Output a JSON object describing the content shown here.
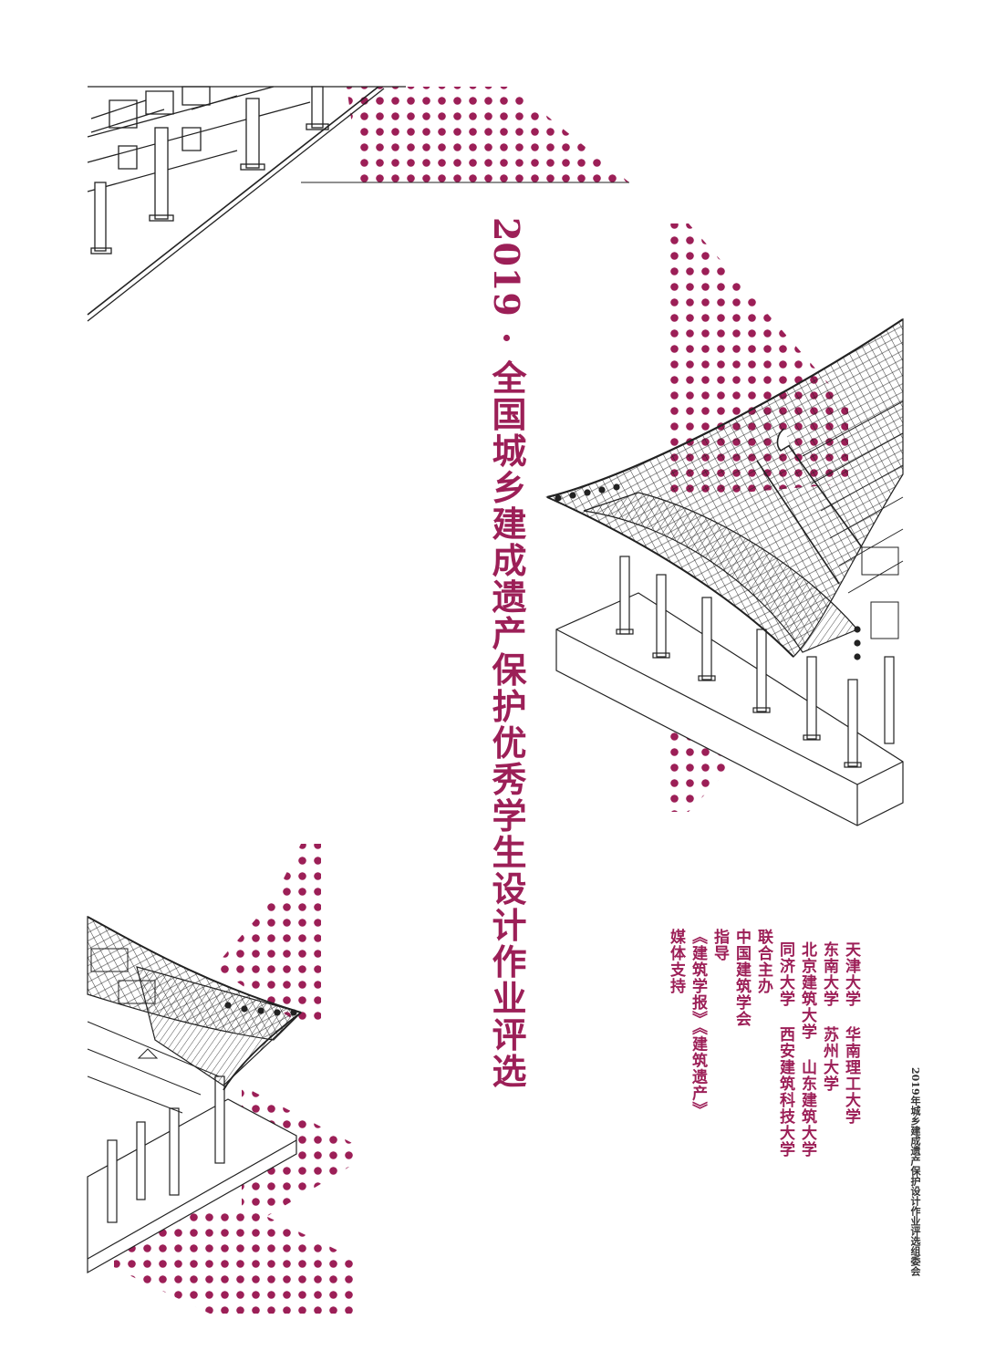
{
  "title": {
    "year": "2019",
    "separator": "·",
    "text": "全国城乡建成遗产保护优秀学生设计作业评选"
  },
  "organizers": {
    "line1": "天津大学 华南理工大学",
    "line2": "东南大学 苏州大学",
    "line3": "北京建筑大学 山东建筑大学",
    "line4": "同济大学 西安建筑科技大学",
    "role": "联合主办"
  },
  "guidance": {
    "org": "中国建筑学会",
    "role": "指导"
  },
  "media": {
    "journals": "《建筑学报》《建筑遗产》",
    "role": "媒体支持"
  },
  "footer": {
    "year": "2019",
    "text": "年城乡建成遗产保护设计作业评选组委会"
  },
  "colors": {
    "accent": "#9c1f57",
    "line": "#222222",
    "background": "#ffffff"
  }
}
